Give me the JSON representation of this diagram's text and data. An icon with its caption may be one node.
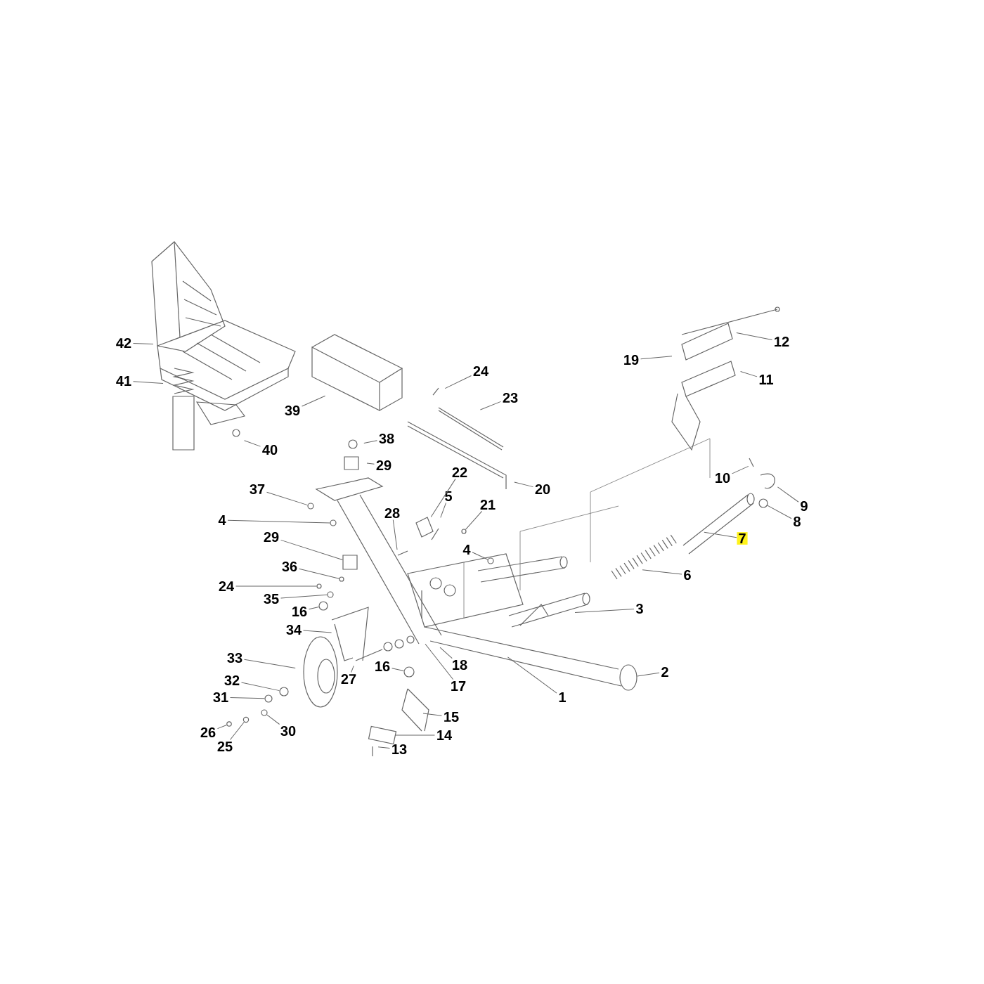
{
  "diagram": {
    "nodes": [
      {
        "text": [
          "42"
        ]
      },
      {
        "text": [
          "12"
        ]
      },
      {
        "text": [
          "19"
        ]
      },
      {
        "text": [
          "24"
        ]
      },
      {
        "text": [
          "11"
        ]
      },
      {
        "text": [
          "41"
        ]
      },
      {
        "text": [
          "23"
        ]
      },
      {
        "text": [
          "39"
        ]
      },
      {
        "text": [
          "38"
        ]
      },
      {
        "text": [
          "40"
        ]
      },
      {
        "text": [
          "29"
        ]
      },
      {
        "text": [
          "22"
        ]
      },
      {
        "text": [
          "10"
        ]
      },
      {
        "text": [
          "20"
        ]
      },
      {
        "text": [
          "37"
        ]
      },
      {
        "text": [
          "5"
        ]
      },
      {
        "text": [
          "21"
        ]
      },
      {
        "text": [
          "9"
        ]
      },
      {
        "text": [
          "28"
        ]
      },
      {
        "text": [
          "4"
        ]
      },
      {
        "text": [
          "8"
        ]
      },
      {
        "text": [
          "29"
        ]
      },
      {
        "text": [
          "7"
        ]
      },
      {
        "text": [
          "4"
        ]
      },
      {
        "text": [
          "36"
        ]
      },
      {
        "text": [
          "6"
        ]
      },
      {
        "text": [
          "24"
        ]
      },
      {
        "text": [
          "35"
        ]
      },
      {
        "text": [
          "3"
        ]
      },
      {
        "text": [
          "16"
        ]
      },
      {
        "text": [
          "34"
        ]
      },
      {
        "text": [
          "33"
        ]
      },
      {
        "text": [
          "18"
        ]
      },
      {
        "text": [
          "16"
        ]
      },
      {
        "text": [
          "2"
        ]
      },
      {
        "text": [
          "32"
        ]
      },
      {
        "text": [
          "27"
        ]
      },
      {
        "text": [
          "17"
        ]
      },
      {
        "text": [
          "31"
        ]
      },
      {
        "text": [
          "1"
        ]
      },
      {
        "text": [
          "15"
        ]
      },
      {
        "text": [
          "30"
        ]
      },
      {
        "text": [
          "26"
        ]
      },
      {
        "text": [
          "14"
        ]
      },
      {
        "text": [
          "25"
        ]
      },
      {
        "text": [
          "13"
        ]
      },
      {
        "text": [],
        "shape": "circle"
      },
      {
        "text": [],
        "shape": "circle"
      },
      {
        "text": [],
        "shape": "box"
      },
      {
        "text": [],
        "shape": "circle"
      },
      {
        "text": [],
        "shape": "circle"
      },
      {
        "text": [],
        "shape": "circle"
      },
      {
        "text": [],
        "shape": "circle"
      },
      {
        "text": [],
        "shape": "circle"
      },
      {
        "text": [],
        "shape": "picture"
      },
      {
        "text": [],
        "shape": "circle"
      },
      {
        "text": [],
        "shape": "ellipse"
      },
      {
        "text": [],
        "shape": "circle"
      },
      {
        "text": [],
        "shape": "circle"
      },
      {
        "text": [],
        "shape": "circle"
      },
      {
        "text": [],
        "shape": "circle"
      },
      {
        "text": [],
        "shape": "circle"
      },
      {
        "text": [],
        "shape": "box"
      },
      {
        "text": [],
        "shape": "picture"
      },
      {
        "text": [],
        "shape": "circle"
      },
      {
        "text": [],
        "shape": "picture"
      },
      {
        "text": [],
        "shape": "circle"
      }
    ],
    "edges": [
      {
        "from": 0,
        "to": null,
        "arrow": "none"
      },
      {
        "from": 1,
        "to": null,
        "arrow": "none"
      },
      {
        "from": 2,
        "to": null,
        "arrow": "none"
      },
      {
        "from": 3,
        "to": null,
        "arrow": "none"
      },
      {
        "from": 4,
        "to": null,
        "arrow": "none"
      },
      {
        "from": 5,
        "to": null,
        "arrow": "none"
      },
      {
        "from": 6,
        "to": null,
        "arrow": "none"
      },
      {
        "from": 7,
        "to": null,
        "arrow": "none"
      },
      {
        "from": 8,
        "to": null,
        "arrow": "none"
      },
      {
        "from": 9,
        "to": null,
        "arrow": "none"
      },
      {
        "from": 10,
        "to": null,
        "arrow": "none"
      },
      {
        "from": 11,
        "to": 63,
        "arrow": "none"
      },
      {
        "from": 12,
        "to": null,
        "arrow": "none"
      },
      {
        "from": 13,
        "to": null,
        "arrow": "none"
      },
      {
        "from": 14,
        "to": 46,
        "arrow": "none"
      },
      {
        "from": 15,
        "to": null,
        "arrow": "none"
      },
      {
        "from": 16,
        "to": 64,
        "arrow": "none"
      },
      {
        "from": 17,
        "to": 65,
        "arrow": "none"
      },
      {
        "from": 18,
        "to": null,
        "arrow": "none"
      },
      {
        "from": 19,
        "to": 47,
        "arrow": "none"
      },
      {
        "from": 20,
        "to": 66,
        "arrow": "none"
      },
      {
        "from": 21,
        "to": 48,
        "arrow": "none"
      },
      {
        "from": 22,
        "to": null,
        "arrow": "none"
      },
      {
        "from": 23,
        "to": 49,
        "arrow": "none"
      },
      {
        "from": 24,
        "to": 50,
        "arrow": "none"
      },
      {
        "from": 25,
        "to": null,
        "arrow": "none"
      },
      {
        "from": 26,
        "to": 51,
        "arrow": "none"
      },
      {
        "from": 27,
        "to": 52,
        "arrow": "none"
      },
      {
        "from": 28,
        "to": null,
        "arrow": "none"
      },
      {
        "from": 29,
        "to": 53,
        "arrow": "none"
      },
      {
        "from": 30,
        "to": 54,
        "arrow": "none"
      },
      {
        "from": 31,
        "to": null,
        "arrow": "none"
      },
      {
        "from": 32,
        "to": null,
        "arrow": "none"
      },
      {
        "from": 33,
        "to": 55,
        "arrow": "none"
      },
      {
        "from": 34,
        "to": 56,
        "arrow": "none"
      },
      {
        "from": 35,
        "to": 57,
        "arrow": "none"
      },
      {
        "from": 36,
        "to": null,
        "arrow": "none"
      },
      {
        "from": 37,
        "to": null,
        "arrow": "none"
      },
      {
        "from": 38,
        "to": 58,
        "arrow": "none"
      },
      {
        "from": 39,
        "to": null,
        "arrow": "none"
      },
      {
        "from": 40,
        "to": null,
        "arrow": "none"
      },
      {
        "from": 41,
        "to": 59,
        "arrow": "none"
      },
      {
        "from": 42,
        "to": 60,
        "arrow": "none"
      },
      {
        "from": 43,
        "to": 62,
        "arrow": "none"
      },
      {
        "from": 44,
        "to": 61,
        "arrow": "none"
      },
      {
        "from": 45,
        "to": null,
        "arrow": "none"
      }
    ]
  }
}
